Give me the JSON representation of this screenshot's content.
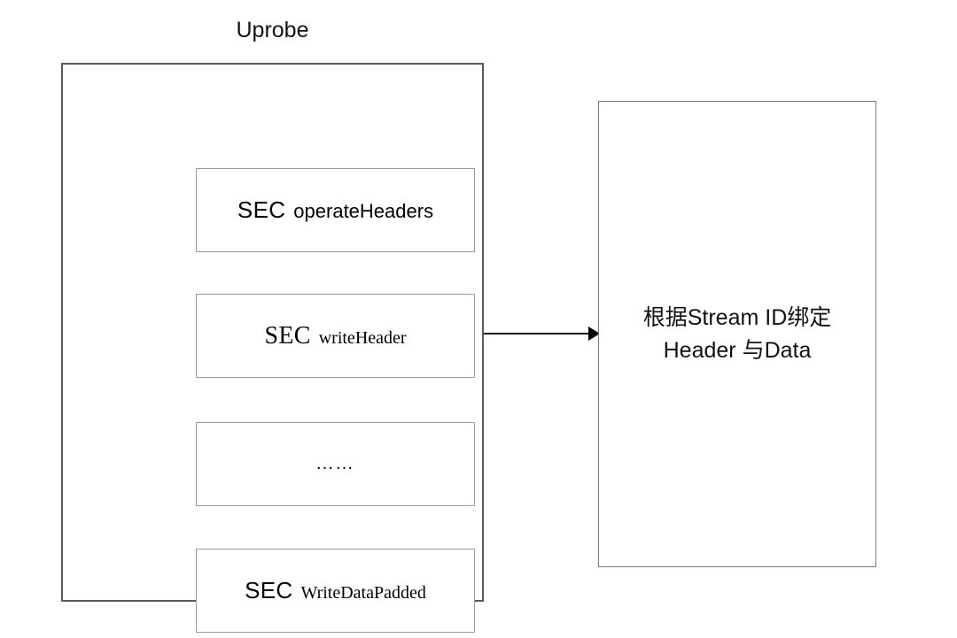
{
  "diagram": {
    "title": "Uprobe",
    "background_color": "#ffffff",
    "outer_border_color": "#595959",
    "inner_border_color": "#9b9b9b",
    "text_color": "#111111",
    "arrow_color": "#000000"
  },
  "uprobe": {
    "label": "Uprobe",
    "sections": [
      {
        "keyword": "SEC",
        "keyword_style": "sans",
        "function": "operateHeaders",
        "function_style": "sans"
      },
      {
        "keyword": "SEC",
        "keyword_style": "serif",
        "function": "writeHeader",
        "function_style": "serif"
      },
      {
        "keyword": "",
        "keyword_style": "sans",
        "function": "……",
        "function_style": "ellipsis"
      },
      {
        "keyword": "SEC",
        "keyword_style": "sans",
        "function": "WriteDataPadded",
        "function_style": "serif"
      }
    ]
  },
  "flow": {
    "arrow_label": "",
    "direction": "left-to-right"
  },
  "bind_panel": {
    "line1": "根据Stream ID绑定",
    "line2": "Header 与Data"
  }
}
